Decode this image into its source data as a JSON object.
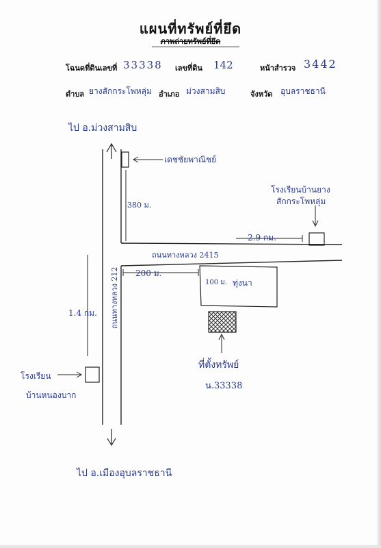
{
  "header": {
    "title": "แผนที่ทรัพย์ที่ยึด",
    "subtitle": "ภาพถ่ายทรัพย์ที่ยึด"
  },
  "fields": {
    "deed_label": "โฉนดที่ดินเลขที่",
    "deed_value": "33338",
    "land_no_label": "เลขที่ดิน",
    "land_no_value": "142",
    "survey_page_label": "หน้าสำรวจ",
    "survey_page_value": "3442",
    "subdistrict_label": "ตำบล",
    "subdistrict_value": "ยางสักกระโพหลุ่ม",
    "district_label": "อำเภอ",
    "district_value": "ม่วงสามสิบ",
    "province_label": "จังหวัด",
    "province_value": "อุบลราชธานี"
  },
  "map": {
    "north_destination": "ไป อ.ม่วงสามสิบ",
    "south_destination": "ไป อ.เมืองอุบลราชธานี",
    "highway_label": "ถนนทางหลวง 212",
    "rural_road_label": "ถนนทางหลวง 2415",
    "shop_label": "เดชชัยพาณิชย์",
    "distance_to_shop": "380 ม.",
    "school_label_line1": "โรงเรียนบ้านยาง",
    "school_label_line2": "สักกระโพหลุ่ม",
    "distance_to_school": "2.9 กม.",
    "distance_along_road": "200 ม.",
    "distance_depth": "100 ม.",
    "field_label": "ทุ่งนา",
    "distance_highway": "1.4 กม.",
    "south_school_line1": "โรงเรียน",
    "south_school_line2": "บ้านหนองบาก",
    "property_line1": "ที่ตั้งทรัพย์",
    "property_line2": "น.33338"
  },
  "colors": {
    "ink": "#2a3a8a",
    "line": "#222222",
    "hatch": "#333333"
  }
}
